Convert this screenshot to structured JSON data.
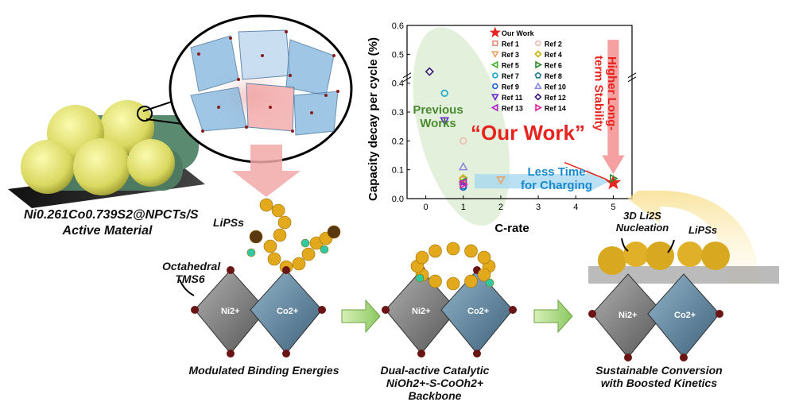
{
  "material": {
    "formula": "Ni0.261Co0.739S2@NPCTs/S",
    "subtitle": "Active Material"
  },
  "labels": {
    "lipss_left": "LiPSs",
    "octahedral_line1": "Octahedral",
    "octahedral_line2": "TMS6",
    "ni_ion": "Ni2+",
    "co_ion": "Co2+",
    "nucleation_line1": "3D Li2S",
    "nucleation_line2": "Nucleation",
    "lipss_right": "LiPSs"
  },
  "steps": {
    "step1": "Modulated Binding Energies",
    "step2_line1": "Dual-active Catalytic",
    "step2_line2": "NiOh2+-S-CoOh2+ Backbone",
    "step3_line1": "Sustainable Conversion",
    "step3_line2": "with Boosted Kinetics"
  },
  "chart_data": {
    "type": "scatter",
    "xlabel": "C-rate",
    "ylabel": "Capacity decay per cycle (%)",
    "xlim": [
      -0.5,
      5.5
    ],
    "ylim": [
      0,
      0.6
    ],
    "x_ticks": [
      "0",
      "1",
      "2",
      "3",
      "4",
      "5"
    ],
    "y_ticks": [
      "0.0",
      "0.1",
      "0.2",
      "0.3",
      "0.4",
      "0.5",
      "0.6"
    ],
    "axis_break": true,
    "grid": false,
    "legend_position": "top-right",
    "series": [
      {
        "name": "Our Work",
        "marker": "star",
        "color": "#e8231e",
        "x": 5,
        "y": 0.055
      },
      {
        "name": "Ref 1",
        "marker": "square",
        "color": "#e88a78",
        "x": 1,
        "y": 0.065
      },
      {
        "name": "Ref 2",
        "marker": "circle",
        "color": "#f0b9b2",
        "x": 1,
        "y": 0.2
      },
      {
        "name": "Ref 3",
        "marker": "triangle-down",
        "color": "#f0a060",
        "x": 2,
        "y": 0.065
      },
      {
        "name": "Ref 4",
        "marker": "diamond",
        "color": "#c8b400",
        "x": 1,
        "y": 0.07
      },
      {
        "name": "Ref 5",
        "marker": "triangle-left",
        "color": "#44b02c",
        "x": 1,
        "y": 0.06
      },
      {
        "name": "Ref 6",
        "marker": "triangle-right",
        "color": "#2e8a2e",
        "x": 5,
        "y": 0.07
      },
      {
        "name": "Ref 7",
        "marker": "circle",
        "color": "#15a6c8",
        "x": 0.5,
        "y": 0.365
      },
      {
        "name": "Ref 8",
        "marker": "pentagon",
        "color": "#207a94",
        "x": 1,
        "y": 0.045
      },
      {
        "name": "Ref 9",
        "marker": "circle",
        "color": "#1c5fd0",
        "x": 1,
        "y": 0.04
      },
      {
        "name": "Ref 10",
        "marker": "triangle-up",
        "color": "#8a8ae0",
        "x": 1,
        "y": 0.11
      },
      {
        "name": "Ref 11",
        "marker": "triangle-down",
        "color": "#6a2cd0",
        "x": 0.5,
        "y": 0.27
      },
      {
        "name": "Ref 12",
        "marker": "diamond",
        "color": "#3d1a7a",
        "x": 0.1,
        "y": 0.44
      },
      {
        "name": "Ref 13",
        "marker": "triangle-left",
        "color": "#b020c8",
        "x": 1,
        "y": 0.055
      },
      {
        "name": "Ref 14",
        "marker": "triangle-right",
        "color": "#e020a0",
        "x": 1,
        "y": 0.05
      }
    ],
    "annotations": {
      "previous": "Previous Works",
      "our_work": "“Our Work”",
      "stability": "Higher Long-term Stability",
      "less_time_line1": "Less Time",
      "less_time_line2": "for Charging"
    }
  },
  "colors": {
    "ni_octahedron": "#8c8c8c",
    "co_octahedron": "#6a90a8",
    "sulfur_ball": "#e3a91c",
    "lithium_ball": "#2ec9a0",
    "arrow_green": "#8cc860"
  }
}
